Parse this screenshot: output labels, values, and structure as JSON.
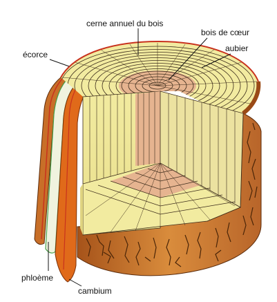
{
  "labels": {
    "annual_ring": "cerne annuel du bois",
    "heartwood": "bois de cœur",
    "sapwood": "aubier",
    "bark": "écorce",
    "phloem": "phloème",
    "cambium": "cambium"
  },
  "colors": {
    "background": "#ffffff",
    "sapwood": "#f2eba0",
    "sapwood_shade": "#e6dc86",
    "heartwood": "#e6b490",
    "ring_line": "#3a2a1a",
    "bark_dark": "#9a4a16",
    "bark_light": "#d98c3c",
    "bark_crack": "#4a2508",
    "cambium": "#e06a1a",
    "phloem": "#f0f3df",
    "phloem_edge": "#4aa04a",
    "red_outline": "#c8321e"
  }
}
